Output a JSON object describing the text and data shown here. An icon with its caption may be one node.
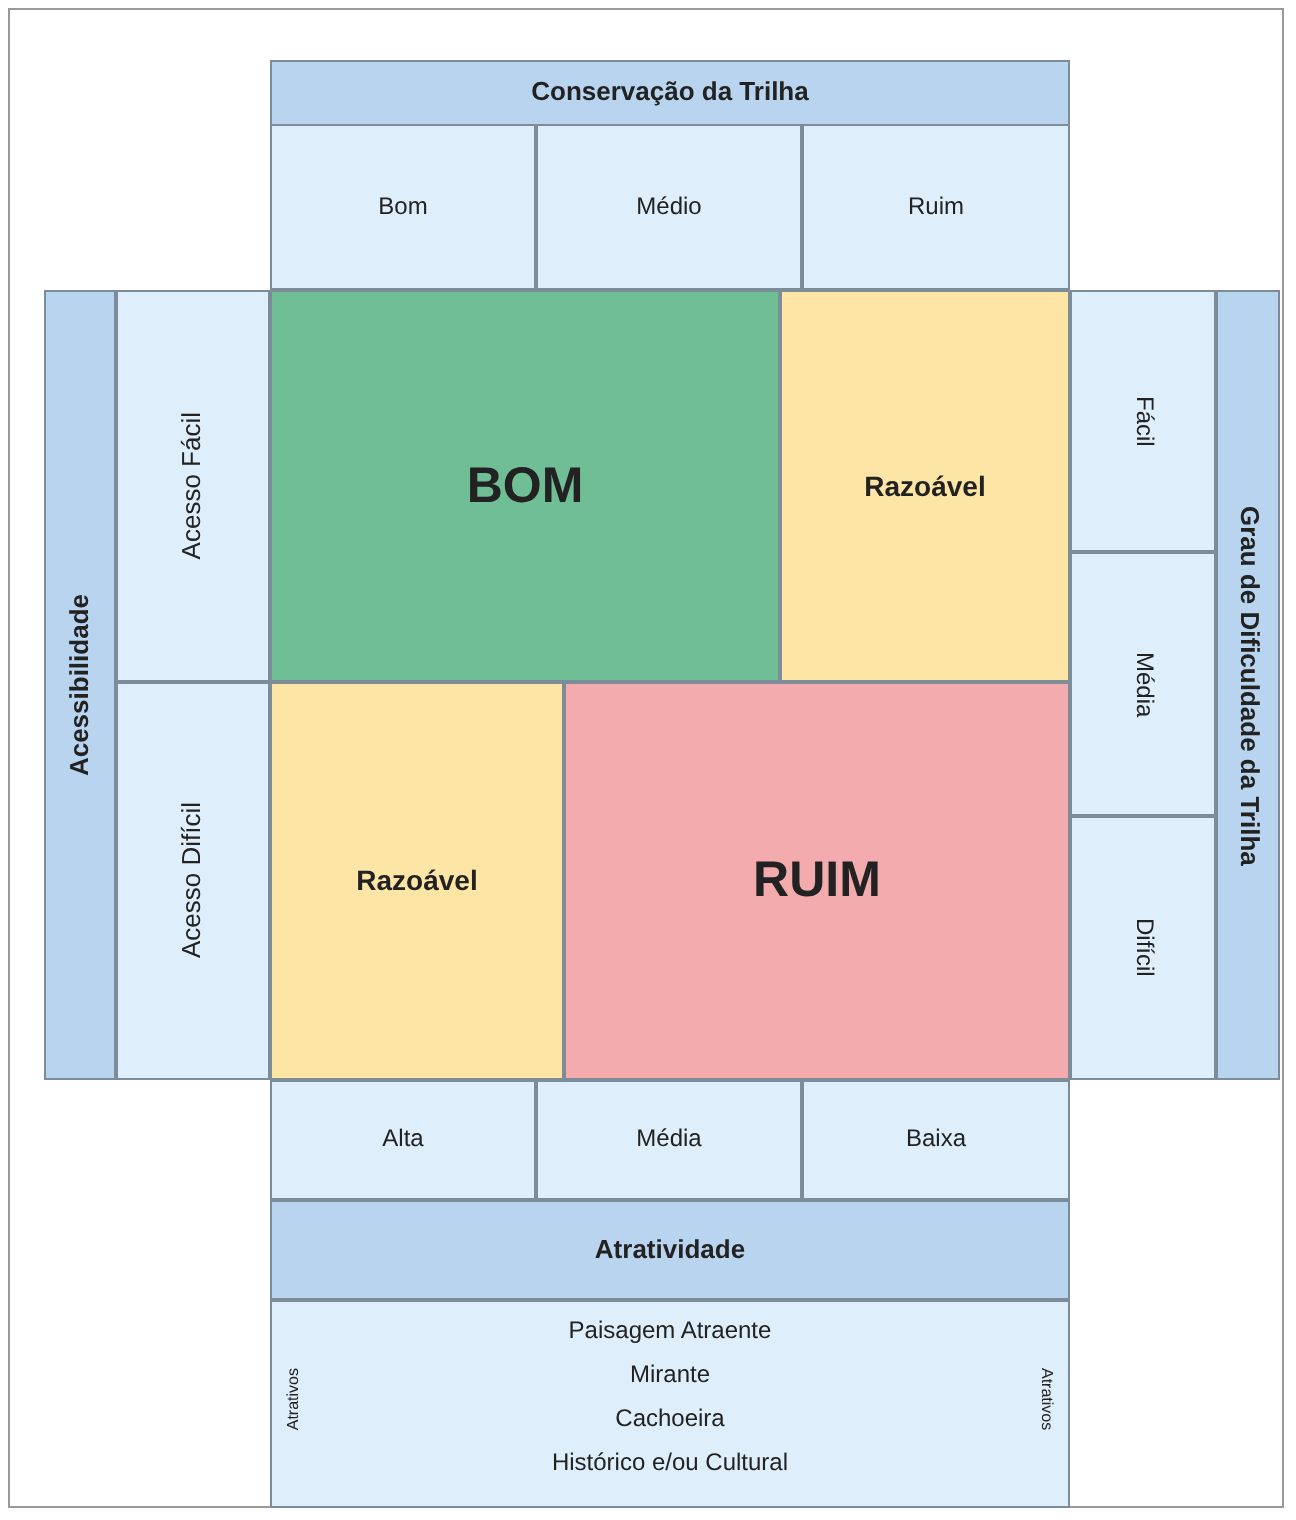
{
  "diagram": {
    "nodes": [
      {
        "text": [
          "Conservação da Trilha"
        ]
      },
      {
        "text": [
          "Bom"
        ]
      },
      {
        "text": [
          "Médio"
        ]
      },
      {
        "text": [
          "Ruim"
        ]
      },
      {
        "text": [
          "Acessibilidade"
        ]
      },
      {
        "text": [
          "Acesso Fácil"
        ]
      },
      {
        "text": [
          "BOM"
        ]
      },
      {
        "text": [
          "Razoável"
        ]
      },
      {
        "text": [
          "Fácil"
        ]
      },
      {
        "text": [
          "Grau de Dificuldade da Trilha"
        ]
      },
      {
        "text": [
          "Média"
        ]
      },
      {
        "text": [
          "Acesso Difícil"
        ]
      },
      {
        "text": [
          "Razoável"
        ]
      },
      {
        "text": [
          "RUIM"
        ]
      },
      {
        "text": [
          "Difícil"
        ]
      },
      {
        "text": [
          "Alta"
        ]
      },
      {
        "text": [
          "Média"
        ]
      },
      {
        "text": [
          "Baixa"
        ]
      },
      {
        "text": [
          "Atratividade"
        ]
      },
      {
        "text": [
          "Atrativos",
          "Paisagem Atraente",
          "Mirante",
          "Cachoeira",
          "Histórico e/ou Cultural",
          "Atrativos"
        ]
      }
    ]
  }
}
